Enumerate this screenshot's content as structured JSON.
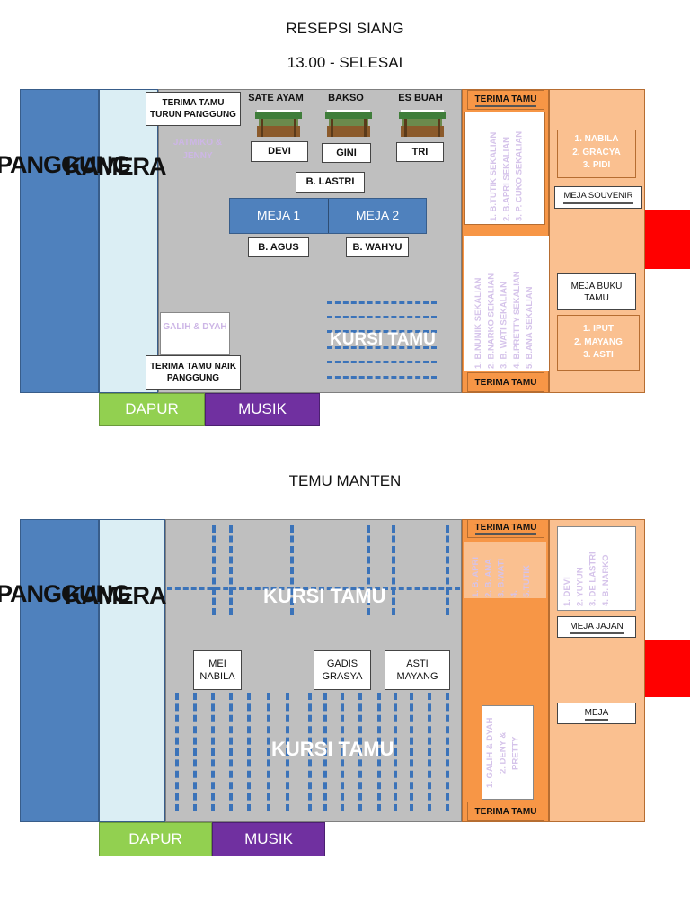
{
  "section1": {
    "title": "RESEPSI SIANG",
    "time": "13.00 - SELESAI",
    "stage": "PANGGUNG",
    "kamera": "KAMERA",
    "terima_tamu_turun": "TERIMA TAMU TURUN PANGGUNG",
    "terima_tamu_naik": "TERIMA TAMU NAIK PANGGUNG",
    "jatmiko": "JATMIKO & JENNY",
    "galih": "GALIH & DYAH",
    "stalls": [
      {
        "label": "SATE AYAM",
        "person": "DEVI"
      },
      {
        "label": "BAKSO",
        "person": "GINI"
      },
      {
        "label": "ES BUAH",
        "person": "TRI"
      }
    ],
    "lastri": "B. LASTRI",
    "meja1": "MEJA 1",
    "meja2": "MEJA 2",
    "agus": "B. AGUS",
    "wahyu": "B. WAHYU",
    "kursi_tamu": "KURSI TAMU",
    "terima_tamu_top": "TERIMA TAMU",
    "terima_tamu_bottom": "TERIMA TAMU",
    "list_top": [
      "1. B.TUTIK SEKALIAN",
      "2. B.APRI SEKALIAN",
      "3. P. CUKO SEKALIAN"
    ],
    "list_bottom": [
      "1. B.NUNIK SEKALIAN",
      "2. B.NARKO SEKALIAN",
      "3. B. WATI SEKALIAN",
      "4. B.PRETTY SEKALIAN",
      "5. B.ANA SEKALIAN"
    ],
    "souvenir_names": [
      "1. NABILA",
      "2. GRACYA",
      "3. PIDI"
    ],
    "meja_souvenir": "MEJA SOUVENIR",
    "meja_buku_tamu": "MEJA BUKU TAMU",
    "buku_names": [
      "1. IPUT",
      "2. MAYANG",
      "3. ASTI"
    ],
    "dapur": "DAPUR",
    "musik": "MUSIK"
  },
  "section2": {
    "title": "TEMU MANTEN",
    "stage": "PANGGUNG",
    "kamera": "KAMERA",
    "kursi_tamu_top": "KURSI TAMU",
    "kursi_tamu_bottom": "KURSI TAMU",
    "box_mei": [
      "MEI",
      "NABILA"
    ],
    "box_gadis": [
      "GADIS",
      "GRASYA"
    ],
    "box_asti": [
      "ASTI",
      "MAYANG"
    ],
    "terima_tamu_top": "TERIMA TAMU",
    "terima_tamu_bottom": "TERIMA TAMU",
    "list_top": [
      "1. B. APRI",
      "2. B. ANA",
      "3. B.WATI",
      "4.",
      "5.TUTIK"
    ],
    "list_right": [
      "1. DEVI",
      "2. YUYUN",
      "3. DE LASTRI",
      "4. B. NARKO"
    ],
    "meja_jajan": "MEJA JAJAN",
    "meja": "MEJA",
    "list_bottom": [
      "1. GALIH & DYAH",
      "2. DENY &",
      "PRETTY"
    ],
    "dapur": "DAPUR",
    "musik": "MUSIK"
  },
  "colors": {
    "stage_blue": "#4f81bd",
    "light_blue": "#dbeef4",
    "gray": "#bfbfbf",
    "orange": "#f79646",
    "peach": "#fac090",
    "green": "#92d050",
    "purple": "#7030a0",
    "red": "#ff0000"
  }
}
